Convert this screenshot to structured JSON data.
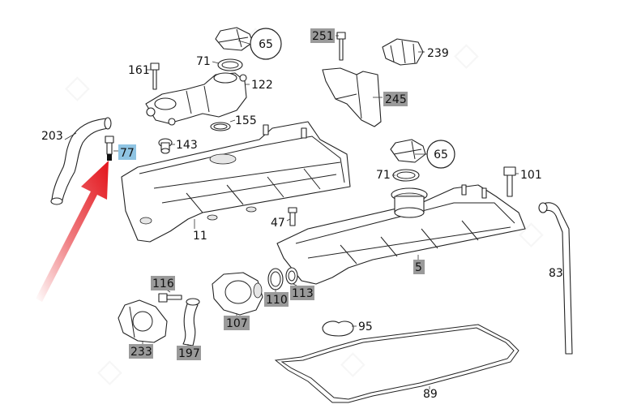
{
  "labels": [
    {
      "id": "l65a",
      "text": "65",
      "kind": "circle"
    },
    {
      "id": "l71a",
      "text": "71",
      "kind": "plain"
    },
    {
      "id": "l161",
      "text": "161",
      "kind": "plain"
    },
    {
      "id": "l122",
      "text": "122",
      "kind": "plain"
    },
    {
      "id": "l155",
      "text": "155",
      "kind": "plain"
    },
    {
      "id": "l143",
      "text": "143",
      "kind": "plain"
    },
    {
      "id": "l203",
      "text": "203",
      "kind": "plain"
    },
    {
      "id": "l77",
      "text": "77",
      "kind": "highlight"
    },
    {
      "id": "l11",
      "text": "11",
      "kind": "plain"
    },
    {
      "id": "l251",
      "text": "251",
      "kind": "shaded"
    },
    {
      "id": "l239",
      "text": "239",
      "kind": "plain"
    },
    {
      "id": "l245",
      "text": "245",
      "kind": "shaded"
    },
    {
      "id": "l65b",
      "text": "65",
      "kind": "circle"
    },
    {
      "id": "l71b",
      "text": "71",
      "kind": "plain"
    },
    {
      "id": "l101",
      "text": "101",
      "kind": "plain"
    },
    {
      "id": "l47",
      "text": "47",
      "kind": "plain"
    },
    {
      "id": "l5",
      "text": "5",
      "kind": "shaded"
    },
    {
      "id": "l83",
      "text": "83",
      "kind": "plain"
    },
    {
      "id": "l116",
      "text": "116",
      "kind": "shaded"
    },
    {
      "id": "l107",
      "text": "107",
      "kind": "shaded"
    },
    {
      "id": "l110",
      "text": "110",
      "kind": "shaded"
    },
    {
      "id": "l113",
      "text": "113",
      "kind": "shaded"
    },
    {
      "id": "l233",
      "text": "233",
      "kind": "shaded"
    },
    {
      "id": "l197",
      "text": "197",
      "kind": "shaded"
    },
    {
      "id": "l95",
      "text": "95",
      "kind": "plain"
    },
    {
      "id": "l89",
      "text": "89",
      "kind": "plain"
    }
  ],
  "colors": {
    "shaded_tag": "#9a9a9a",
    "highlight_tag": "#8fc4e3",
    "pointer_arrow": "#e3141b"
  }
}
